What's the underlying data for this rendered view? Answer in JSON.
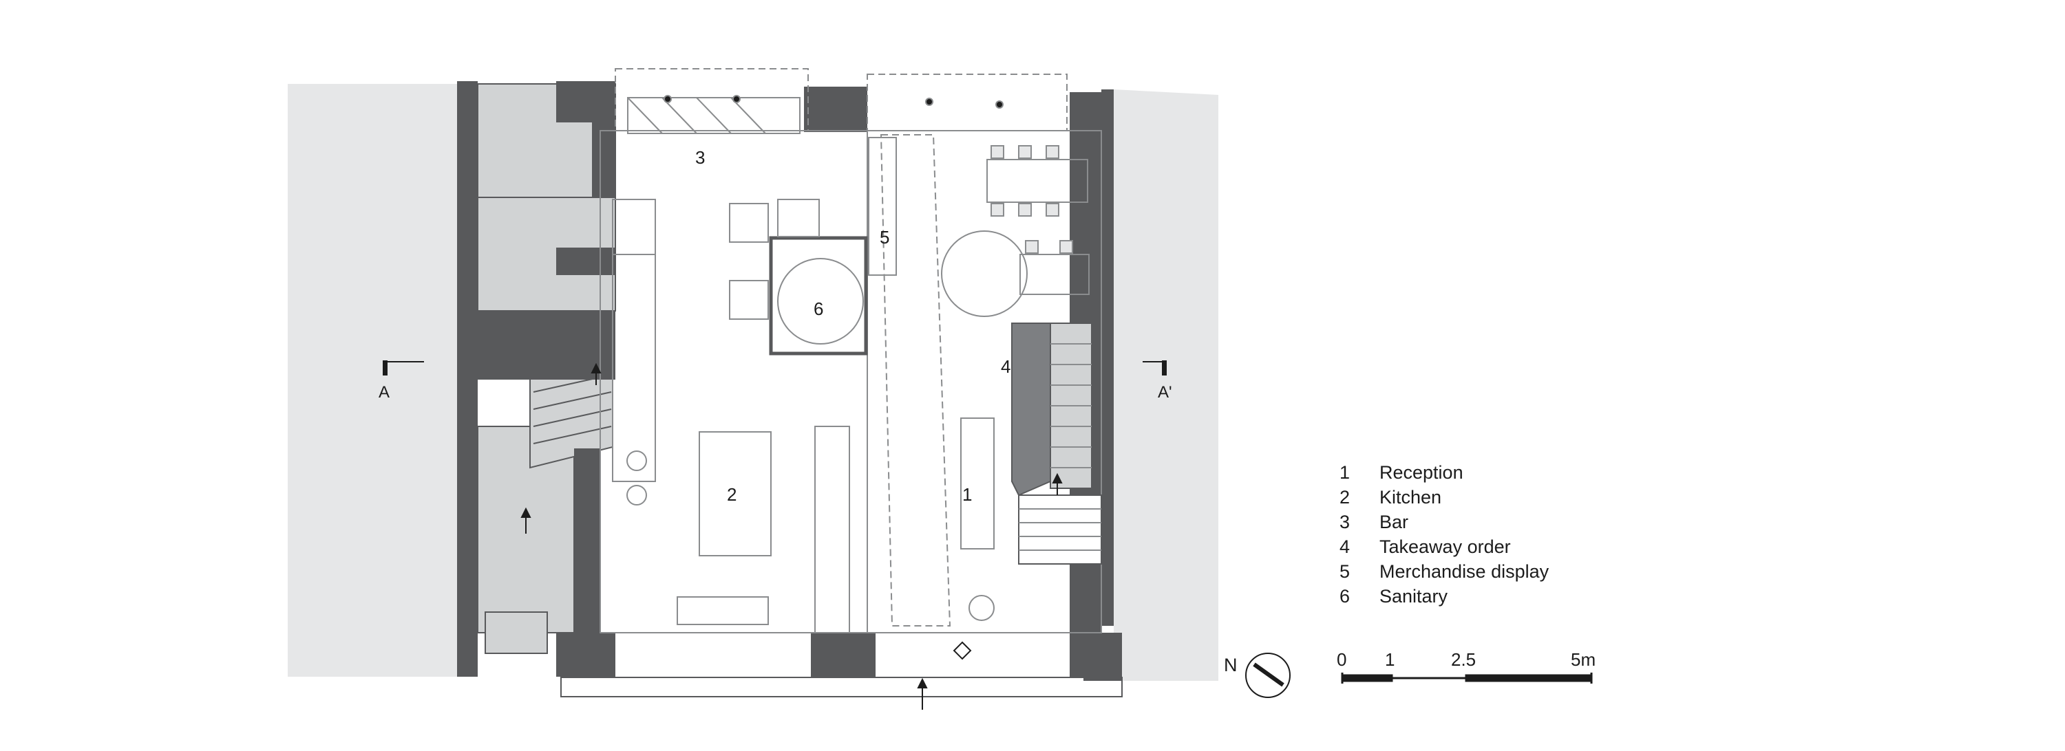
{
  "colors": {
    "wall": "#58595b",
    "neighbour": "#e6e7e8",
    "annex": "#d1d3d4",
    "line": "#8a8c8e",
    "ink": "#1c1c1c"
  },
  "rooms": [
    {
      "num": "1",
      "name": "Reception"
    },
    {
      "num": "2",
      "name": "Kitchen"
    },
    {
      "num": "3",
      "name": "Bar"
    },
    {
      "num": "4",
      "name": "Takeaway order"
    },
    {
      "num": "5",
      "name": "Merchandise display"
    },
    {
      "num": "6",
      "name": "Sanitary"
    }
  ],
  "section_markers": {
    "left": "A",
    "right": "A'"
  },
  "north_label": "N",
  "scale_bar": {
    "ticks": [
      "0",
      "1",
      "2.5",
      "5m"
    ]
  }
}
